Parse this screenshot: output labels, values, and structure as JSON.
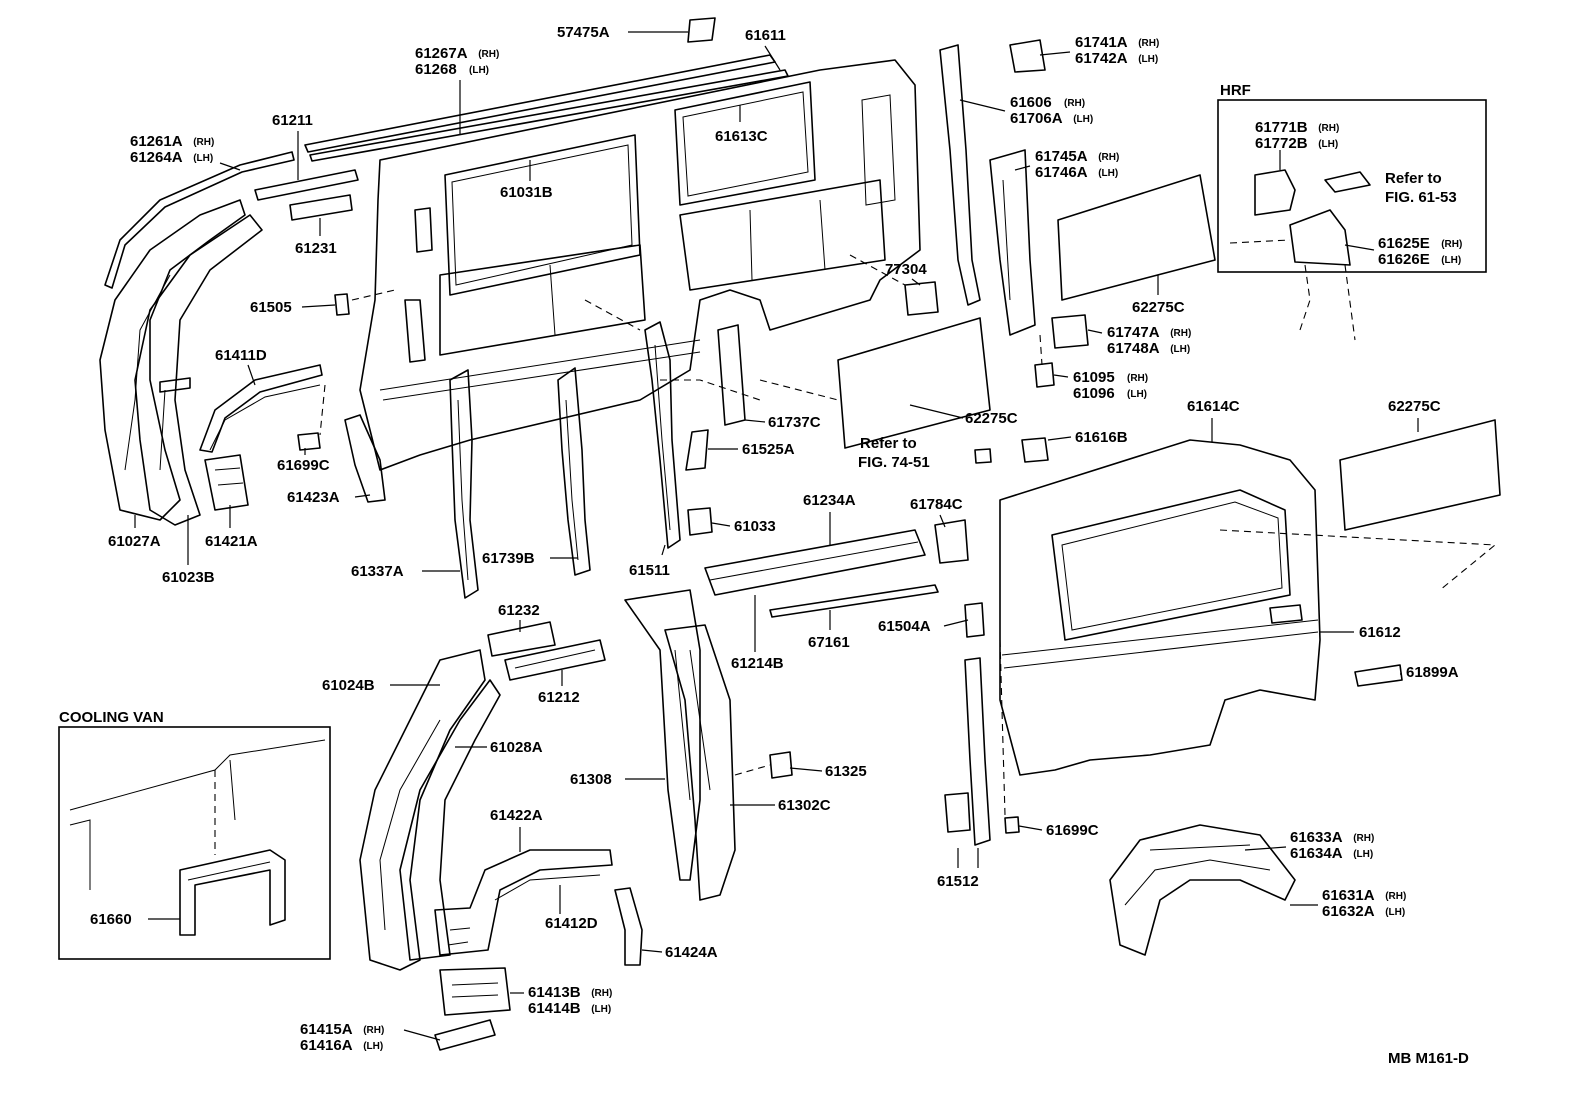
{
  "diagram_code": "MB  M161-D",
  "sections": {
    "cooling_van": "COOLING  VAN",
    "hrf": "HRF"
  },
  "refs": {
    "fig_61_53": [
      "Refer to",
      "FIG. 61-53"
    ],
    "fig_74_51": [
      "Refer to",
      "FIG. 74-51"
    ]
  },
  "parts": [
    {
      "id": "p57475A",
      "line1": "57475A"
    },
    {
      "id": "p61611",
      "line1": "61611"
    },
    {
      "id": "p61267A",
      "line1": "61267A",
      "s1": "(RH)",
      "line2": "61268",
      "s2": "(LH)"
    },
    {
      "id": "p61211",
      "line1": "61211"
    },
    {
      "id": "p61261A",
      "line1": "61261A",
      "s1": "(RH)",
      "line2": "61264A",
      "s2": "(LH)"
    },
    {
      "id": "p61613C",
      "line1": "61613C"
    },
    {
      "id": "p61031B",
      "line1": "61031B"
    },
    {
      "id": "p61231",
      "line1": "61231"
    },
    {
      "id": "p61505",
      "line1": "61505"
    },
    {
      "id": "p61411D",
      "line1": "61411D"
    },
    {
      "id": "p61699C_a",
      "line1": "61699C"
    },
    {
      "id": "p61423A",
      "line1": "61423A"
    },
    {
      "id": "p61027A",
      "line1": "61027A"
    },
    {
      "id": "p61421A",
      "line1": "61421A"
    },
    {
      "id": "p61023B",
      "line1": "61023B"
    },
    {
      "id": "p61337A",
      "line1": "61337A"
    },
    {
      "id": "p61739B",
      "line1": "61739B"
    },
    {
      "id": "p61511",
      "line1": "61511"
    },
    {
      "id": "p61737C",
      "line1": "61737C"
    },
    {
      "id": "p61525A",
      "line1": "61525A"
    },
    {
      "id": "p61033",
      "line1": "61033"
    },
    {
      "id": "p77304",
      "line1": "77304"
    },
    {
      "id": "p62275C_a",
      "line1": "62275C"
    },
    {
      "id": "p61606",
      "line1": "61606",
      "s1": "(RH)",
      "line2": "61706A",
      "s2": "(LH)"
    },
    {
      "id": "p61741A",
      "line1": "61741A",
      "s1": "(RH)",
      "line2": "61742A",
      "s2": "(LH)"
    },
    {
      "id": "p61745A",
      "line1": "61745A",
      "s1": "(RH)",
      "line2": "61746A",
      "s2": "(LH)"
    },
    {
      "id": "p62275C_b",
      "line1": "62275C"
    },
    {
      "id": "p61747A",
      "line1": "61747A",
      "s1": "(RH)",
      "line2": "61748A",
      "s2": "(LH)"
    },
    {
      "id": "p61095",
      "line1": "61095",
      "s1": "(RH)",
      "line2": "61096",
      "s2": "(LH)"
    },
    {
      "id": "p61771B",
      "line1": "61771B",
      "s1": "(RH)",
      "line2": "61772B",
      "s2": "(LH)"
    },
    {
      "id": "p61625E",
      "line1": "61625E",
      "s1": "(RH)",
      "line2": "61626E",
      "s2": "(LH)"
    },
    {
      "id": "p61614C",
      "line1": "61614C"
    },
    {
      "id": "p62275C_c",
      "line1": "62275C"
    },
    {
      "id": "p61616B",
      "line1": "61616B"
    },
    {
      "id": "p61234A",
      "line1": "61234A"
    },
    {
      "id": "p61784C",
      "line1": "61784C"
    },
    {
      "id": "p61232",
      "line1": "61232"
    },
    {
      "id": "p61212",
      "line1": "61212"
    },
    {
      "id": "p61214B",
      "line1": "61214B"
    },
    {
      "id": "p67161",
      "line1": "67161"
    },
    {
      "id": "p61504A",
      "line1": "61504A"
    },
    {
      "id": "p61612",
      "line1": "61612"
    },
    {
      "id": "p61899A",
      "line1": "61899A"
    },
    {
      "id": "p61024B",
      "line1": "61024B"
    },
    {
      "id": "p61028A",
      "line1": "61028A"
    },
    {
      "id": "p61308",
      "line1": "61308"
    },
    {
      "id": "p61325",
      "line1": "61325"
    },
    {
      "id": "p61302C",
      "line1": "61302C"
    },
    {
      "id": "p61699C_b",
      "line1": "61699C"
    },
    {
      "id": "p61512",
      "line1": "61512"
    },
    {
      "id": "p61422A",
      "line1": "61422A"
    },
    {
      "id": "p61412D",
      "line1": "61412D"
    },
    {
      "id": "p61424A",
      "line1": "61424A"
    },
    {
      "id": "p61633A",
      "line1": "61633A",
      "s1": "(RH)",
      "line2": "61634A",
      "s2": "(LH)"
    },
    {
      "id": "p61631A",
      "line1": "61631A",
      "s1": "(RH)",
      "line2": "61632A",
      "s2": "(LH)"
    },
    {
      "id": "p61660",
      "line1": "61660"
    },
    {
      "id": "p61413B",
      "line1": "61413B",
      "s1": "(RH)",
      "line2": "61414B",
      "s2": "(LH)"
    },
    {
      "id": "p61415A",
      "line1": "61415A",
      "s1": "(RH)",
      "line2": "61416A",
      "s2": "(LH)"
    }
  ]
}
